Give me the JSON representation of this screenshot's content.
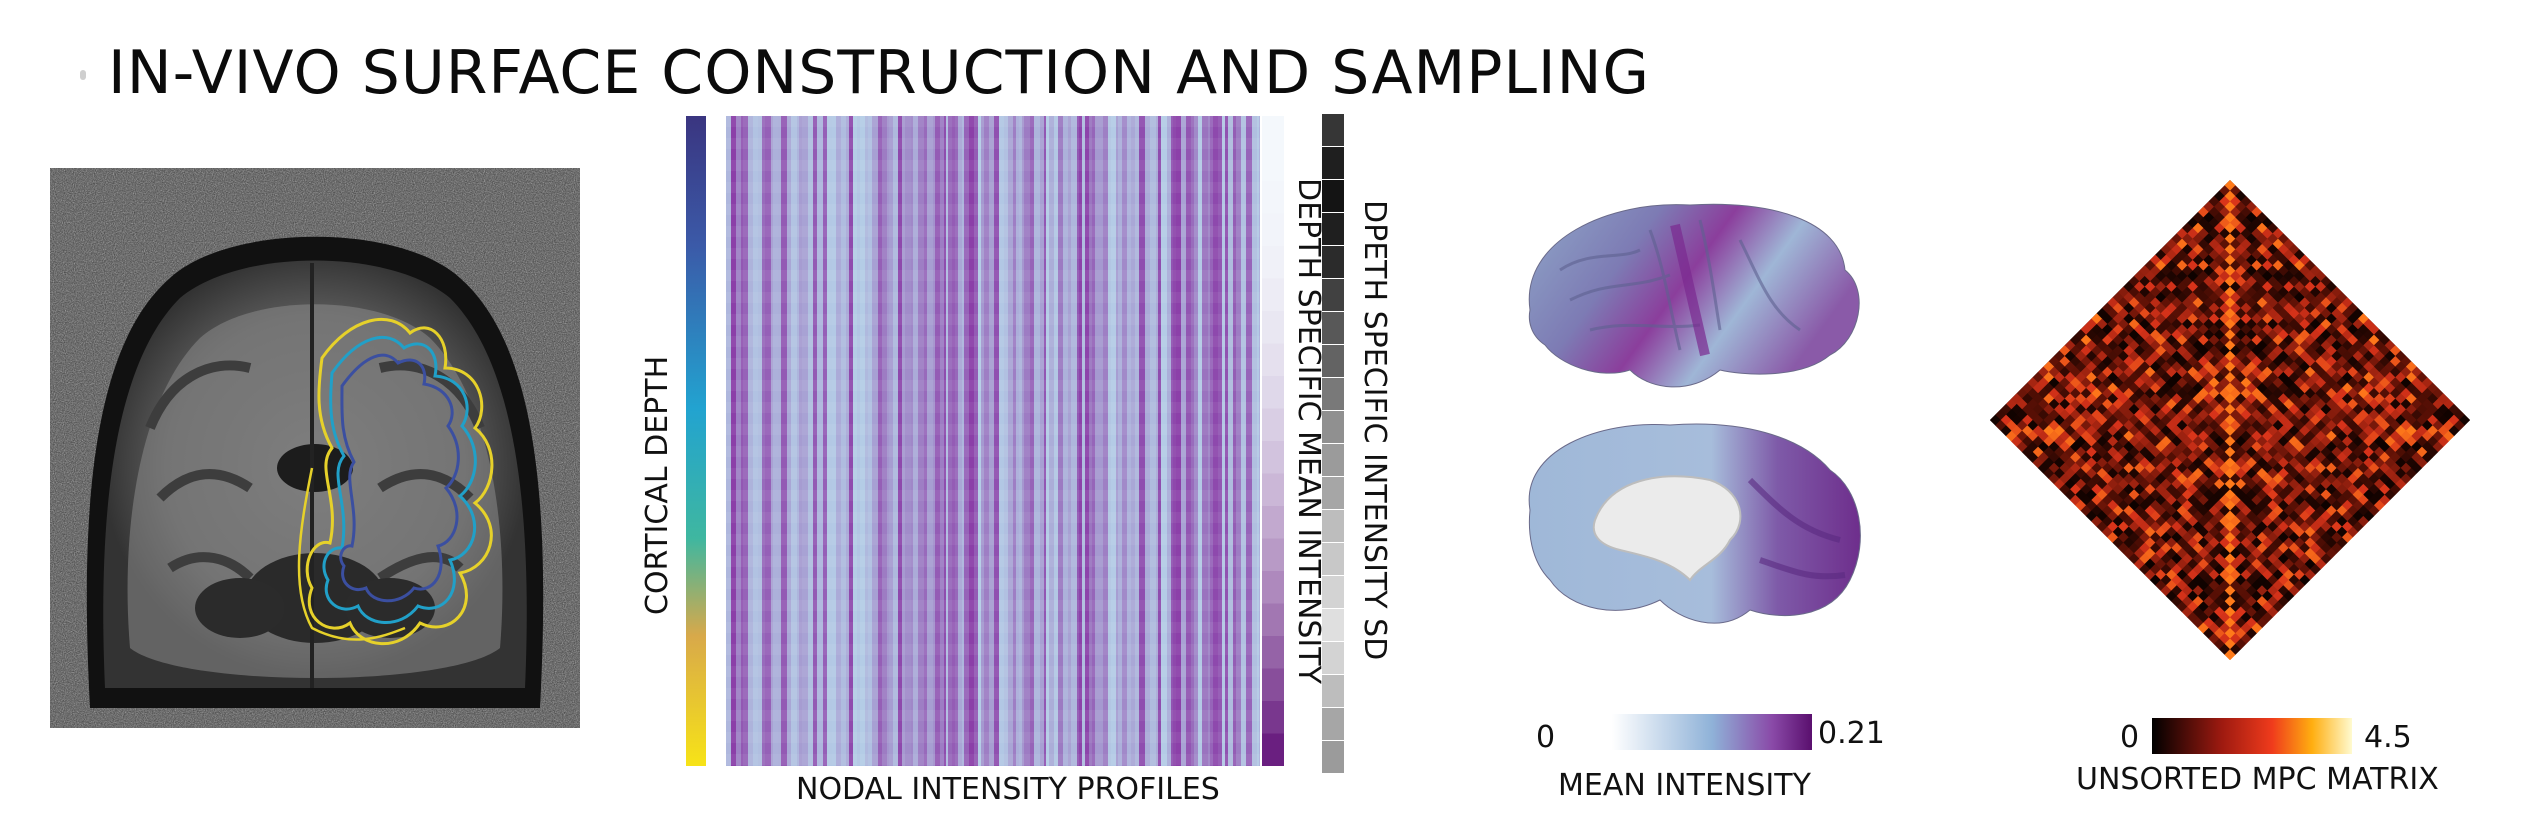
{
  "title": "IN-VIVO SURFACE CONSTRUCTION AND SAMPLING",
  "panels": {
    "mri": {},
    "profiles": {
      "y_label": "CORTICAL DEPTH",
      "x_label": "NODAL INTENSITY PROFILES",
      "mean_label": "DEPTH SPECIFIC MEAN INTENSITY",
      "sd_label": "DPETH SPECIFIC INTENSITY SD"
    },
    "brain": {
      "colorbar_min": "0",
      "colorbar_max": "0.21",
      "colorbar_label": "MEAN INTENSITY"
    },
    "mpc": {
      "colorbar_min": "0",
      "colorbar_max": "4.5",
      "colorbar_label": "UNSORTED MPC MATRIX"
    }
  },
  "colors": {
    "viridis_top": "#433c8c",
    "viridis_mid": "#21a0c8",
    "viridis_bottom": "#f4e11c",
    "profile_light": "#b4cce6",
    "profile_dark": "#8b3ea8",
    "mpc_dark": "#1a0500",
    "mpc_red": "#d9331a",
    "mpc_yellow": "#ffe600"
  }
}
